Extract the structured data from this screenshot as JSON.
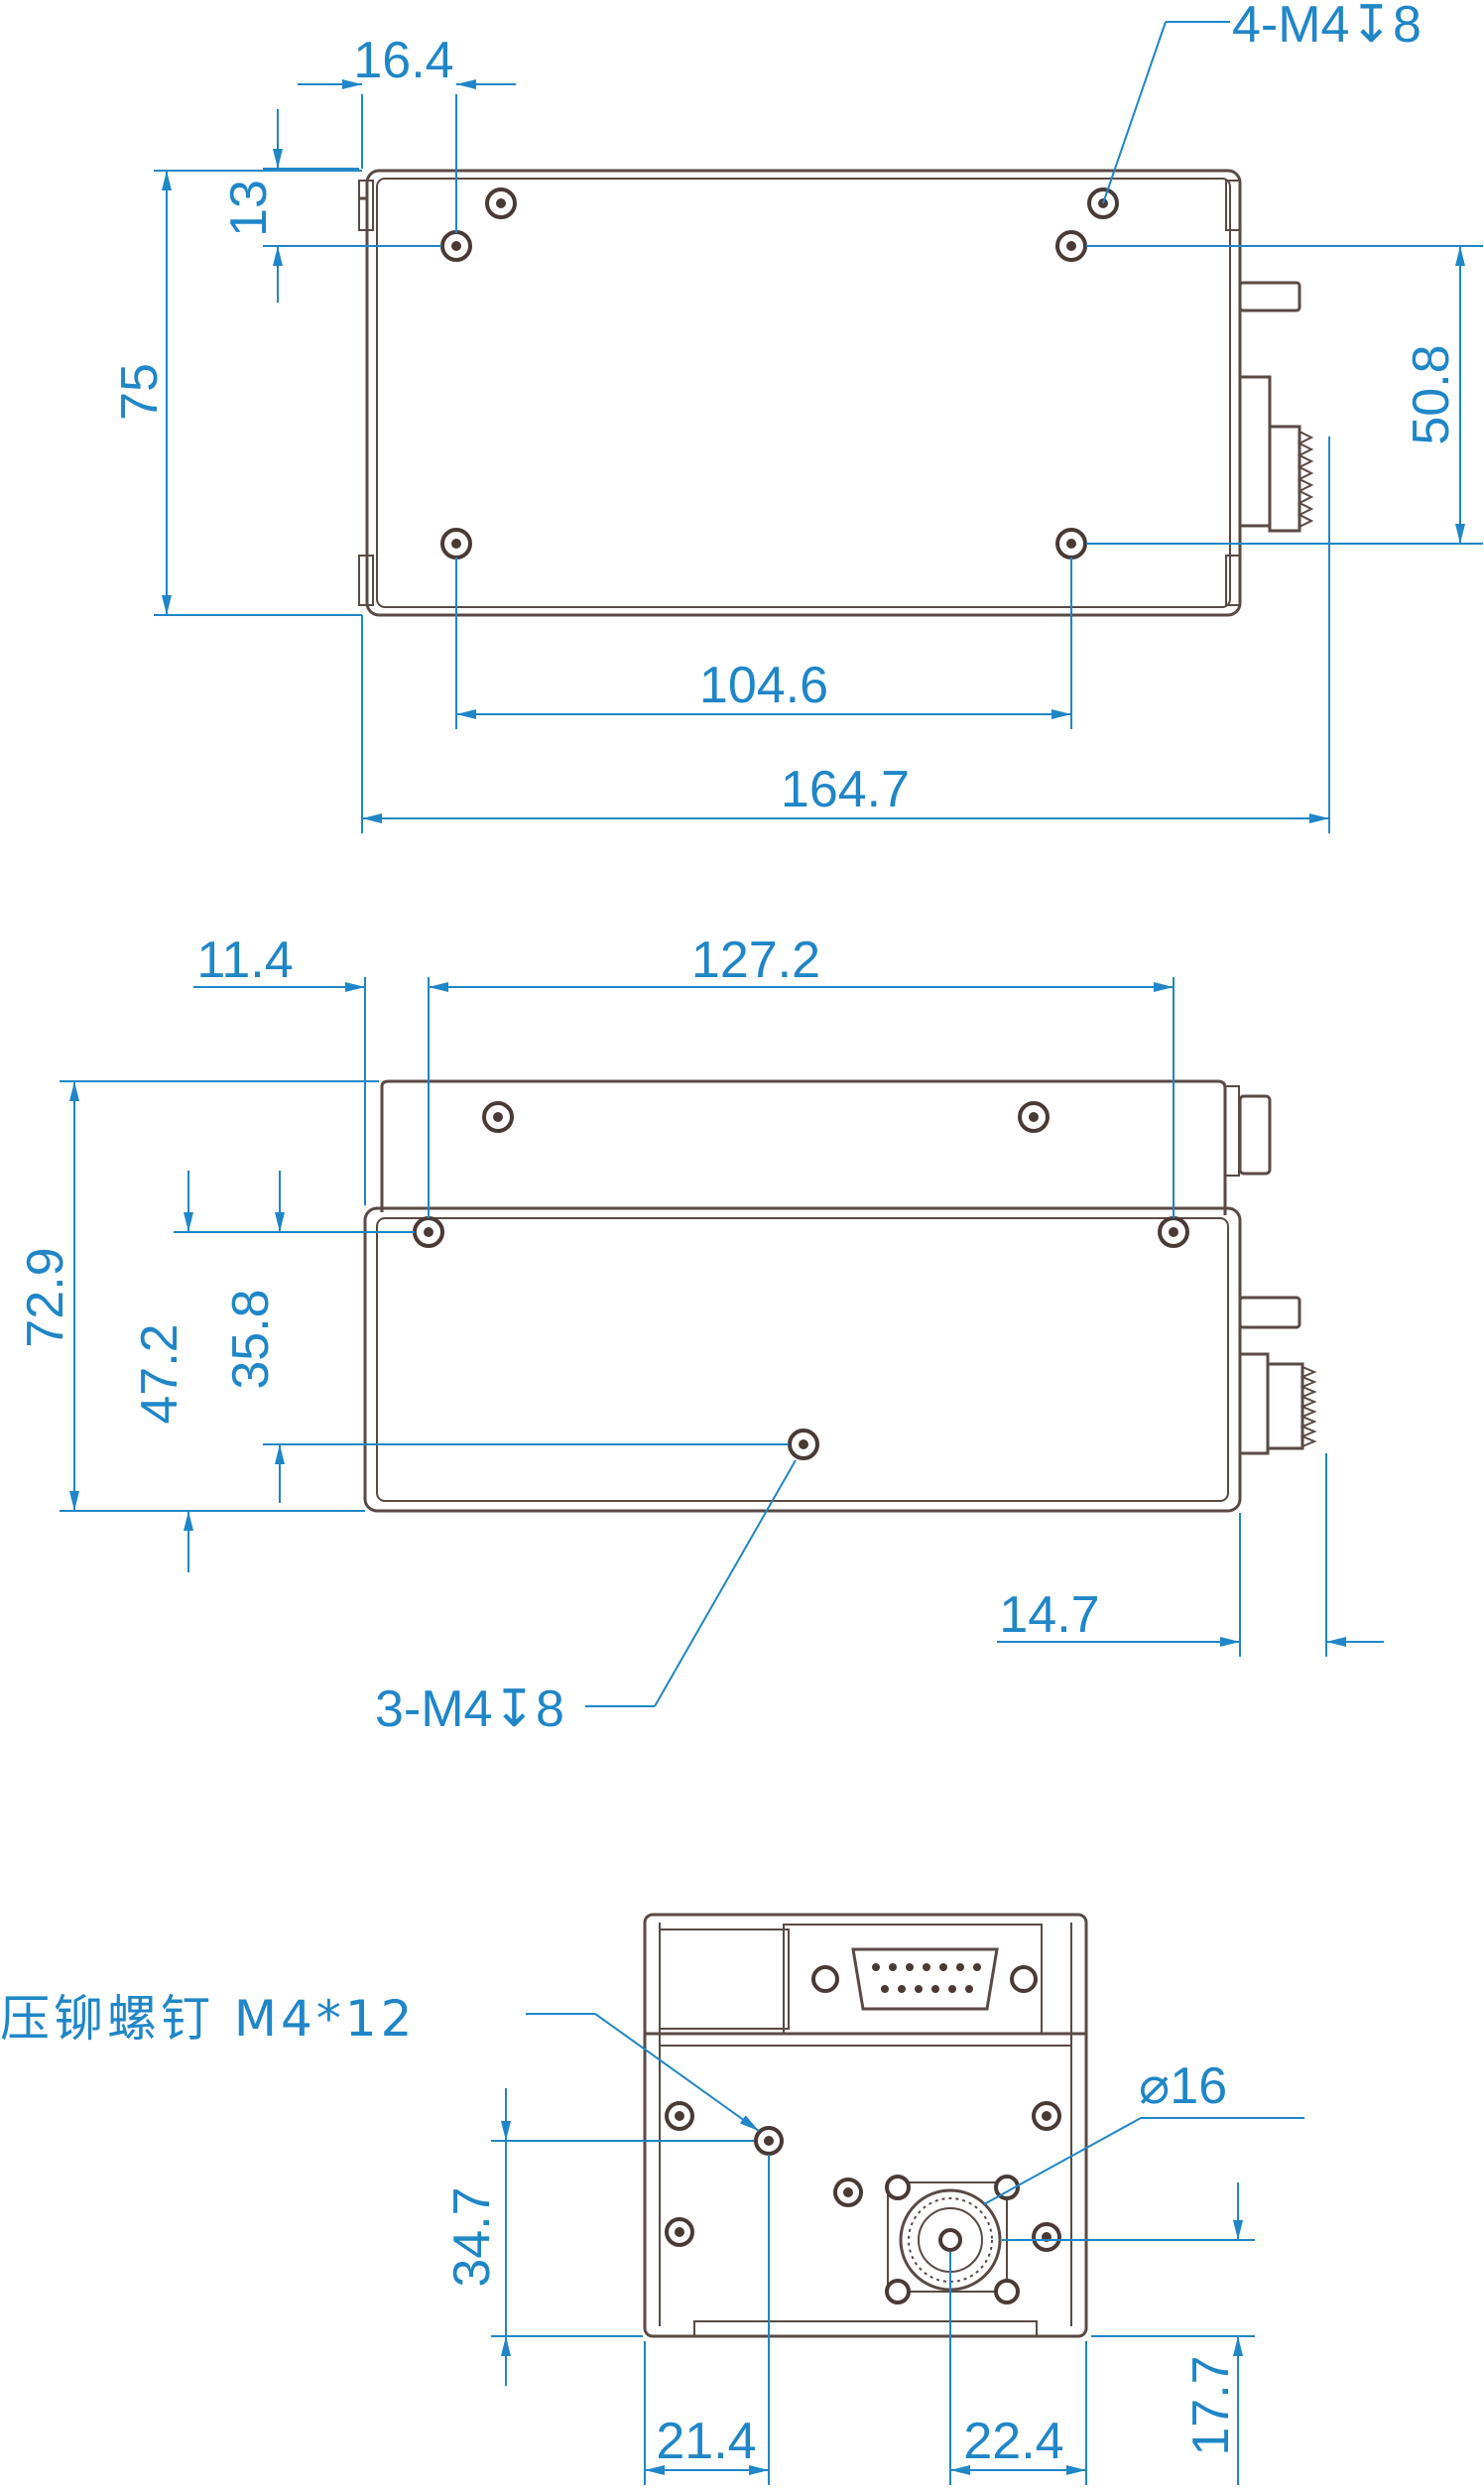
{
  "top_view": {
    "dim_hole_x_offset": "16.4",
    "dim_hole_y_offset": "13",
    "dim_overall_height": "75",
    "dim_hole_spacing_y": "50.8",
    "dim_hole_spacing_x": "104.6",
    "dim_overall_length": "164.7",
    "note_thread_holes": "4-M4↧8"
  },
  "side_view": {
    "dim_first_hole_x": "11.4",
    "dim_hole_spacing_x": "127.2",
    "dim_overall_height": "72.9",
    "dim_hole_height_a": "47.2",
    "dim_hole_height_b": "35.8",
    "dim_connector_protrusion": "14.7",
    "note_thread_holes": "3-M4↧8"
  },
  "end_view": {
    "note_rivet": "压铆螺钉 M4*12",
    "dim_bore_diameter": "⌀16",
    "dim_rivet_height": "34.7",
    "dim_rivet_x": "21.4",
    "dim_bore_x": "22.4",
    "dim_bore_height": "17.7"
  },
  "colors": {
    "dimension": "#1f86c8",
    "outline": "#5a4a44",
    "background": "#ffffff"
  }
}
